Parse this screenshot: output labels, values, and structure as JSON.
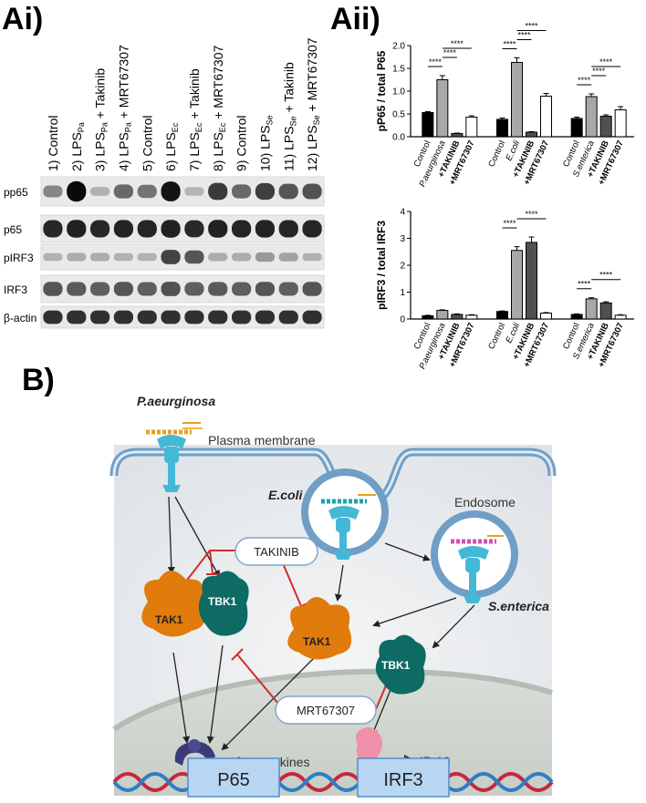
{
  "panel_labels": {
    "ai": "Ai)",
    "aii": "Aii)",
    "b": "B)"
  },
  "blot": {
    "lanes": [
      {
        "num": "1)",
        "base": "Control",
        "sub": "",
        "suffix": ""
      },
      {
        "num": "2)",
        "base": "LPS",
        "sub": "Pa",
        "suffix": ""
      },
      {
        "num": "3)",
        "base": "LPS",
        "sub": "Pa",
        "suffix": " + Takinib"
      },
      {
        "num": "4)",
        "base": "LPS",
        "sub": "Pa",
        "suffix": " + MRT67307"
      },
      {
        "num": "5)",
        "base": "Control",
        "sub": "",
        "suffix": ""
      },
      {
        "num": "6)",
        "base": "LPS",
        "sub": "Ec",
        "suffix": ""
      },
      {
        "num": "7)",
        "base": "LPS",
        "sub": "Ec",
        "suffix": " + Takinib"
      },
      {
        "num": "8)",
        "base": "LPS",
        "sub": "Ec",
        "suffix": " + MRT67307"
      },
      {
        "num": "9)",
        "base": "Control",
        "sub": "",
        "suffix": ""
      },
      {
        "num": "10)",
        "base": "LPS",
        "sub": "Se",
        "suffix": ""
      },
      {
        "num": "11)",
        "base": "LPS",
        "sub": "Se",
        "suffix": " + Takinib"
      },
      {
        "num": "12)",
        "base": "LPS",
        "sub": "Se",
        "suffix": " + MRT67307"
      }
    ],
    "rows": [
      {
        "label": "pp65",
        "intensity": [
          0.35,
          1.0,
          0.12,
          0.5,
          0.45,
          0.95,
          0.1,
          0.75,
          0.5,
          0.72,
          0.6,
          0.62
        ]
      },
      {
        "label": "p65",
        "intensity": [
          0.85,
          0.88,
          0.85,
          0.87,
          0.86,
          0.88,
          0.84,
          0.88,
          0.86,
          0.87,
          0.86,
          0.86
        ]
      },
      {
        "label": "pIRF3",
        "intensity": [
          0.12,
          0.15,
          0.15,
          0.12,
          0.12,
          0.7,
          0.6,
          0.15,
          0.15,
          0.25,
          0.2,
          0.12
        ]
      },
      {
        "label": "IRF3",
        "intensity": [
          0.6,
          0.58,
          0.55,
          0.6,
          0.55,
          0.62,
          0.55,
          0.58,
          0.55,
          0.6,
          0.55,
          0.6
        ]
      },
      {
        "label": "β-actin",
        "intensity": [
          0.8,
          0.8,
          0.8,
          0.8,
          0.8,
          0.8,
          0.8,
          0.8,
          0.8,
          0.8,
          0.8,
          0.8
        ]
      }
    ]
  },
  "chart_data": [
    {
      "type": "bar",
      "ylabel": "pP65 / total P65",
      "ylim": [
        0,
        2.0
      ],
      "yticks": [
        "0.0",
        "0.5",
        "1.0",
        "1.5",
        "2.0"
      ],
      "categories": [
        "Control",
        "P.aeurginosa",
        "+TAKINIB",
        "+MRT67307",
        "Control",
        "E.coli",
        "+TAKINIB",
        "+MRT67307",
        "Control",
        "S.enterica",
        "+TAKINIB",
        "+MRT67307"
      ],
      "values": [
        0.53,
        1.25,
        0.07,
        0.43,
        0.38,
        1.63,
        0.1,
        0.89,
        0.4,
        0.88,
        0.45,
        0.59
      ],
      "errors": [
        0.02,
        0.09,
        0.01,
        0.03,
        0.03,
        0.1,
        0.01,
        0.06,
        0.03,
        0.06,
        0.03,
        0.07
      ],
      "fill_colors": [
        "#000000",
        "#a8a8a8",
        "#505050",
        "#ffffff",
        "#000000",
        "#a8a8a8",
        "#505050",
        "#ffffff",
        "#000000",
        "#a8a8a8",
        "#505050",
        "#ffffff"
      ],
      "significance": [
        {
          "from": 0,
          "to": 1,
          "label": "****"
        },
        {
          "from": 1,
          "to": 2,
          "label": "****"
        },
        {
          "from": 1,
          "to": 3,
          "label": "****"
        },
        {
          "from": 4,
          "to": 5,
          "label": "****"
        },
        {
          "from": 5,
          "to": 6,
          "label": "****"
        },
        {
          "from": 5,
          "to": 7,
          "label": "****"
        },
        {
          "from": 8,
          "to": 9,
          "label": "****"
        },
        {
          "from": 9,
          "to": 10,
          "label": "****"
        },
        {
          "from": 9,
          "to": 11,
          "label": "****"
        }
      ]
    },
    {
      "type": "bar",
      "ylabel": "pIRF3 / total IRF3",
      "ylim": [
        0,
        4
      ],
      "yticks": [
        "0",
        "1",
        "2",
        "3",
        "4"
      ],
      "categories": [
        "Control",
        "P.aeurginosa",
        "+TAKINIB",
        "+MRT67307",
        "Control",
        "E.coli",
        "+TAKINIB",
        "+MRT67307",
        "Control",
        "S.enterica",
        "+TAKINIB",
        "+MRT67307"
      ],
      "values": [
        0.12,
        0.32,
        0.17,
        0.14,
        0.28,
        2.55,
        2.85,
        0.22,
        0.17,
        0.75,
        0.6,
        0.14
      ],
      "errors": [
        0.02,
        0.02,
        0.02,
        0.02,
        0.02,
        0.14,
        0.2,
        0.02,
        0.02,
        0.04,
        0.04,
        0.02
      ],
      "fill_colors": [
        "#000000",
        "#a8a8a8",
        "#505050",
        "#ffffff",
        "#000000",
        "#a8a8a8",
        "#505050",
        "#ffffff",
        "#000000",
        "#a8a8a8",
        "#505050",
        "#ffffff"
      ],
      "significance": [
        {
          "from": 4,
          "to": 5,
          "label": "****"
        },
        {
          "from": 5,
          "to": 7,
          "label": "****"
        },
        {
          "from": 8,
          "to": 9,
          "label": "****"
        },
        {
          "from": 9,
          "to": 11,
          "label": "****"
        }
      ]
    }
  ],
  "diagram": {
    "bacteria": {
      "pa": "P.aeurginosa",
      "ec": "E.coli",
      "se": "S.enterica"
    },
    "plasma_membrane": "Plasma membrane",
    "endosome": "Endosome",
    "tak1": "TAK1",
    "tbk1": "TBK1",
    "takinib": "TAKINIB",
    "mrt": "MRT67307",
    "cytokines": "Cytokines",
    "ip10": "IP-10",
    "p65": "P65",
    "irf3": "IRF3"
  },
  "colors": {
    "tak1": "#e07b0c",
    "tbk1": "#0e6b63",
    "receptor": "#45b8d6",
    "inhibitor_line": "#d22c2c",
    "box_fill": "#b8d6f2",
    "box_stroke": "#4d8fd1",
    "membrane": "#6f9ec6",
    "cell_fill": "#e8ebee",
    "p65_dimer": "#3b3b7a",
    "irf3_dimer": "#f08fa8",
    "dna_red": "#c8273c",
    "dna_blue": "#2d7ec4"
  }
}
